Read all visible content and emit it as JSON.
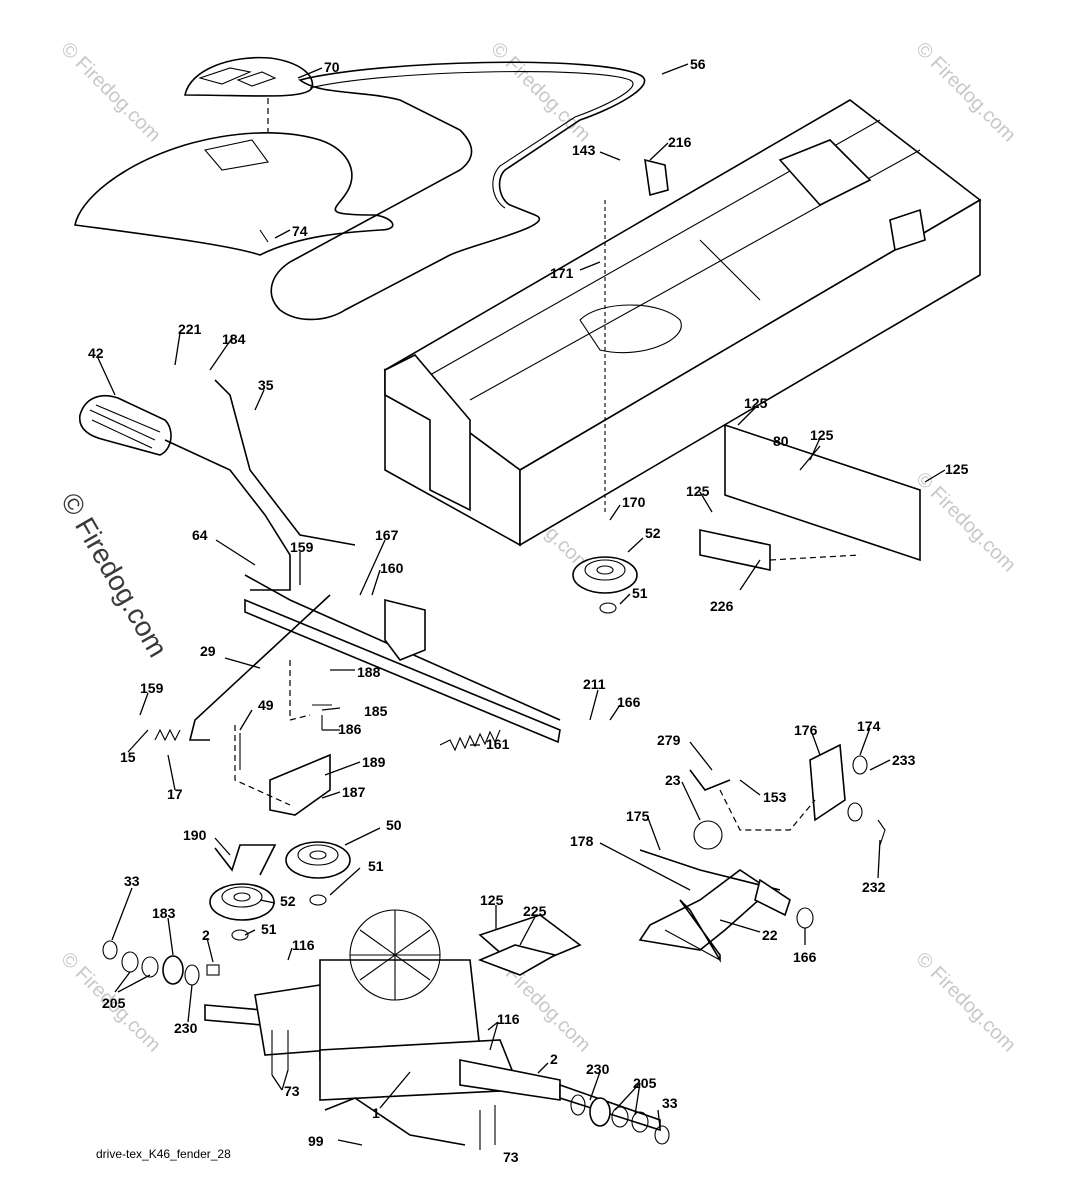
{
  "caption": "drive-tex_K46_fender_28",
  "watermark": "© Firedog.com",
  "callouts": {
    "c70": "70",
    "c56": "56",
    "c216": "216",
    "c143": "143",
    "c74": "74",
    "c171": "171",
    "c221": "221",
    "c184": "184",
    "c42": "42",
    "c35": "35",
    "c125a": "125",
    "c80": "80",
    "c125b": "125",
    "c125c": "125",
    "c125d": "125",
    "c64": "64",
    "c159a": "159",
    "c167": "167",
    "c160": "160",
    "c170": "170",
    "c52a": "52",
    "c51a": "51",
    "c226": "226",
    "c29": "29",
    "c188": "188",
    "c159b": "159",
    "c49": "49",
    "c185": "185",
    "c186": "186",
    "c15": "15",
    "c161": "161",
    "c211": "211",
    "c166a": "166",
    "c189": "189",
    "c17": "17",
    "c187": "187",
    "c279": "279",
    "c176": "176",
    "c174": "174",
    "c153": "153",
    "c23": "23",
    "c233": "233",
    "c50": "50",
    "c190": "190",
    "c51b": "51",
    "c175": "175",
    "c178": "178",
    "c232": "232",
    "c33a": "33",
    "c52b": "52",
    "c183": "183",
    "c51c": "51",
    "c125e": "125",
    "c225": "225",
    "c2a": "2",
    "c116a": "116",
    "c22": "22",
    "c166b": "166",
    "c205a": "205",
    "c230a": "230",
    "c116b": "116",
    "c2b": "2",
    "c230b": "230",
    "c73": "73",
    "c205b": "205",
    "c33b": "33",
    "c1": "1",
    "c99": "99",
    "c73b": "73"
  }
}
